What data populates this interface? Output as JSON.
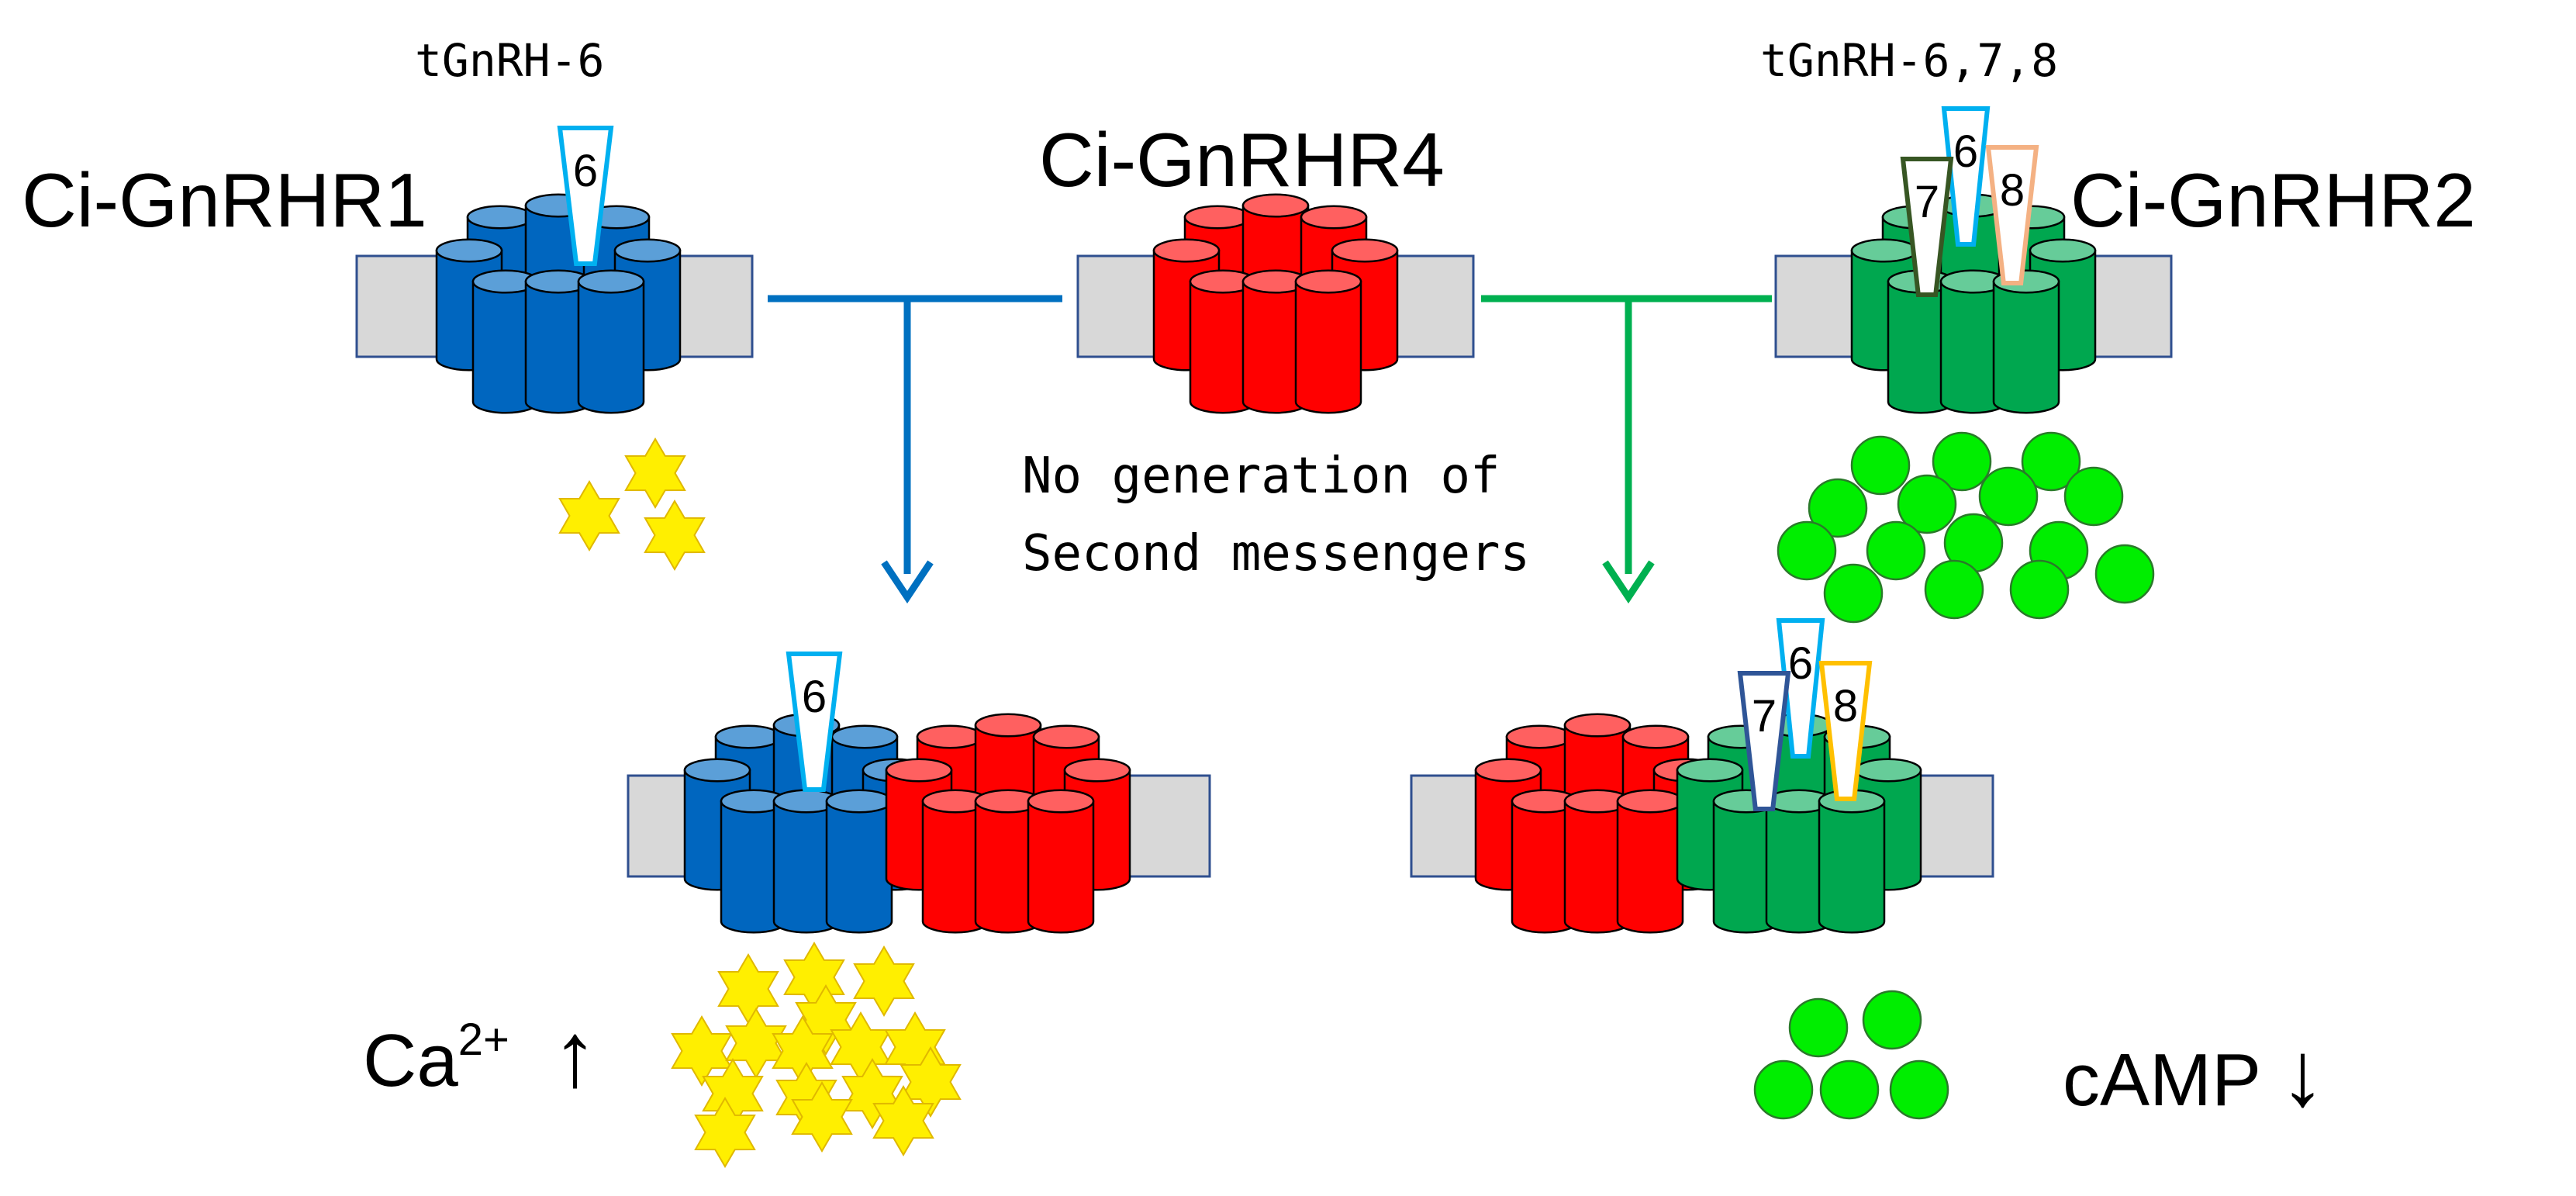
{
  "labels": {
    "receptor1": "Ci-GnRHR1",
    "receptor4": "Ci-GnRHR4",
    "receptor2": "Ci-GnRHR2",
    "ligand1": "tGnRH-6",
    "ligand2": "tGnRH-6,7,8",
    "note_line1": "No generation of",
    "note_line2": "Second messengers",
    "ca_base": "Ca",
    "ca_sup": "2+",
    "ca_arrow": "↑",
    "camp": "cAMP",
    "camp_arrow": "↓"
  },
  "peptides": {
    "p6": "6",
    "p7": "7",
    "p8": "8"
  },
  "colors": {
    "blue_receptor": "#0066bf",
    "blue_top": "#5b9fd8",
    "red_receptor": "#ff0000",
    "red_top": "#ff6060",
    "green_receptor": "#00a74f",
    "green_top": "#66cc99",
    "membrane": "#d8d8d8",
    "membrane_edge": "#2f4f8f",
    "blue_arrow": "#0070c0",
    "green_arrow": "#00b050",
    "star": "#ffef00",
    "star_edge": "#e0b800",
    "ball": "#00ee00",
    "ball_edge": "#2a7a2a",
    "pep6_edge": "#00b0f0",
    "pep7_edge_top": "#375623",
    "pep8_edge_top": "#f4b183",
    "pep7_edge_bottom": "#2f5597",
    "pep8_edge_bottom": "#ffc000"
  },
  "icons": {
    "receptor": "receptor-cylinder-cluster-icon",
    "messenger_ca": "star-icon",
    "messenger_camp": "circle-icon",
    "peptide": "peptide-wedge-icon"
  }
}
